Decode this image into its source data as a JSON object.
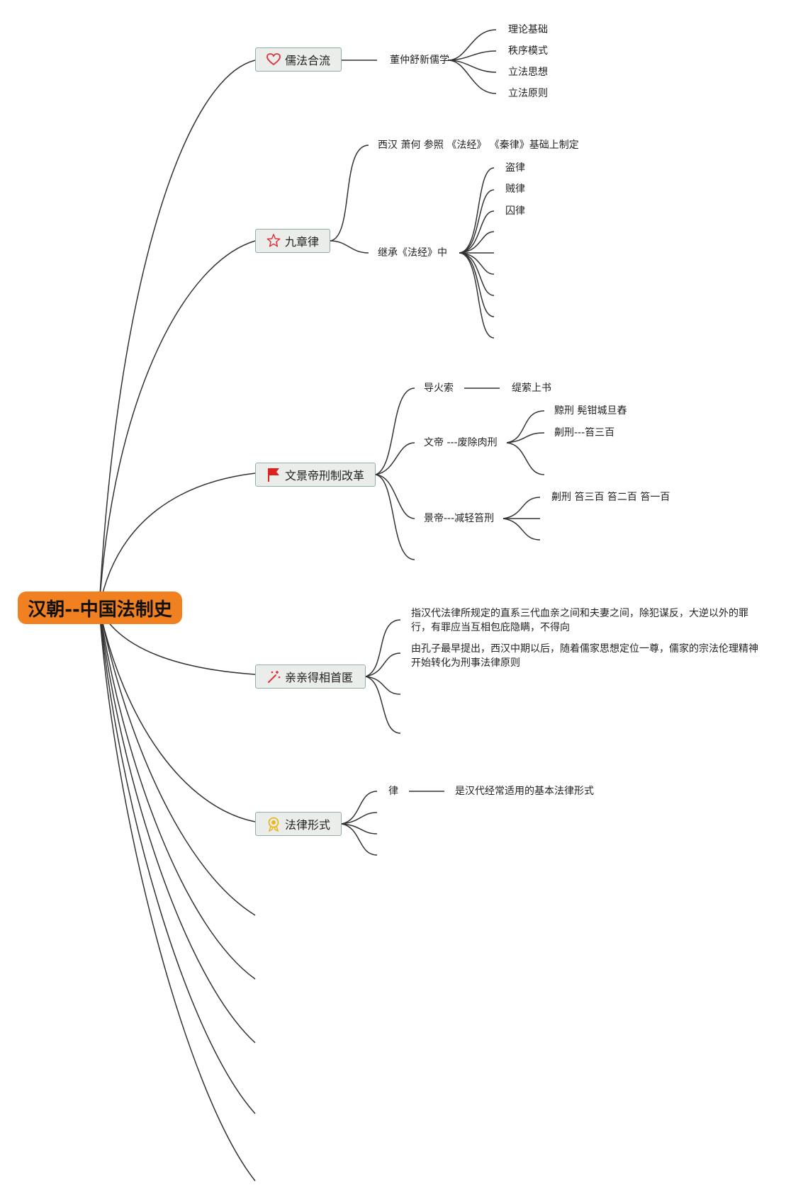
{
  "root": {
    "title": "汉朝--中国法制史"
  },
  "topics": [
    {
      "label": "儒法合流",
      "icon": "heart-icon",
      "children": [
        {
          "label": "董仲舒新儒学",
          "children": [
            "理论基础",
            "秩序模式",
            "立法思想",
            "立法原则"
          ]
        }
      ]
    },
    {
      "label": "九章律",
      "icon": "star-icon",
      "children": [
        {
          "label": "西汉 萧何 参照 《法经》 《秦律》基础上制定"
        },
        {
          "label": "继承《法经》中",
          "children": [
            "盗律",
            "贼律",
            "囚律",
            "",
            "",
            "",
            "",
            "",
            ""
          ]
        }
      ]
    },
    {
      "label": "文景帝刑制改革",
      "icon": "red-flag-icon",
      "children": [
        {
          "label": "导火索",
          "children": [
            "缇萦上书"
          ]
        },
        {
          "label": "文帝 ---废除肉刑",
          "children": [
            "黥刑 髡钳城旦舂",
            "劓刑---笞三百",
            ""
          ]
        },
        {
          "label": "景帝---减轻笞刑",
          "children": [
            "劓刑 笞三百 笞二百 笞一百",
            "",
            ""
          ]
        },
        {
          "label": ""
        }
      ]
    },
    {
      "label": "亲亲得相首匿",
      "icon": "magic-wand-icon",
      "children": [
        {
          "label": "指汉代法律所规定的直系三代血亲之间和夫妻之间，除犯谋反，大逆以外的罪行，有罪应当互相包庇隐瞒，不得向"
        },
        {
          "label": "由孔子最早提出，西汉中期以后，随着儒家思想定位一尊，儒家的宗法伦理精神开始转化为刑事法律原则"
        },
        {
          "label": ""
        },
        {
          "label": ""
        }
      ]
    },
    {
      "label": "法律形式",
      "icon": "award-ribbon-icon",
      "children": [
        {
          "label": "律",
          "children": [
            "是汉代经常适用的基本法律形式"
          ]
        },
        {
          "label": ""
        },
        {
          "label": ""
        },
        {
          "label": ""
        }
      ]
    }
  ],
  "empty_branch_count": 5,
  "colors": {
    "root_fill": "#f08020",
    "topic_fill": "#ebedeb",
    "topic_border": "#8fb0a5",
    "line": "#333333",
    "flag_red": "#e02020",
    "heart_red": "#e0303a",
    "award_gold": "#e8b820"
  }
}
